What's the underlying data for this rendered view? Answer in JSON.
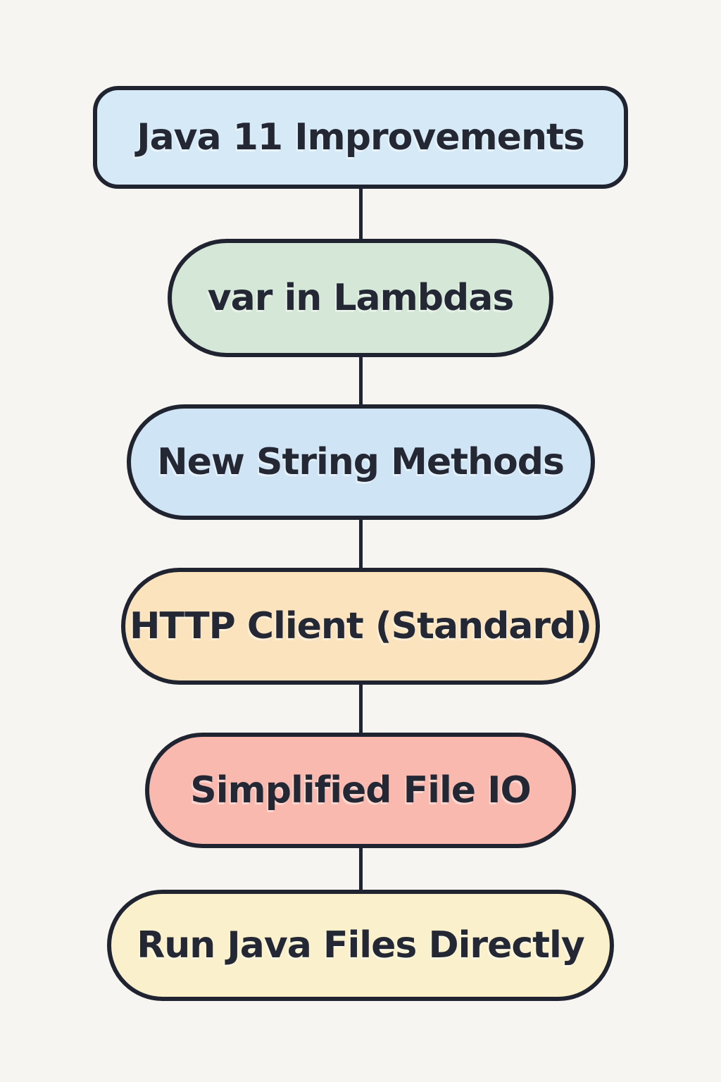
{
  "diagram": {
    "title": "Java 11 Improvements flowchart",
    "background_color": "#f7f5f1",
    "border_color": "#1f2430",
    "connector_color": "#1f2430",
    "text_color": "#232834",
    "nodes": [
      {
        "label": "Java 11 Improvements",
        "fill": "#d6e9f6"
      },
      {
        "label": "var in Lambdas",
        "fill": "#d5e8d7"
      },
      {
        "label": "New String Methods",
        "fill": "#cfe4f4"
      },
      {
        "label": "HTTP Client (Standard)",
        "fill": "#fae3bd"
      },
      {
        "label": "Simplified File IO",
        "fill": "#f9b9ae"
      },
      {
        "label": "Run Java Files Directly",
        "fill": "#faf0cb"
      }
    ]
  }
}
